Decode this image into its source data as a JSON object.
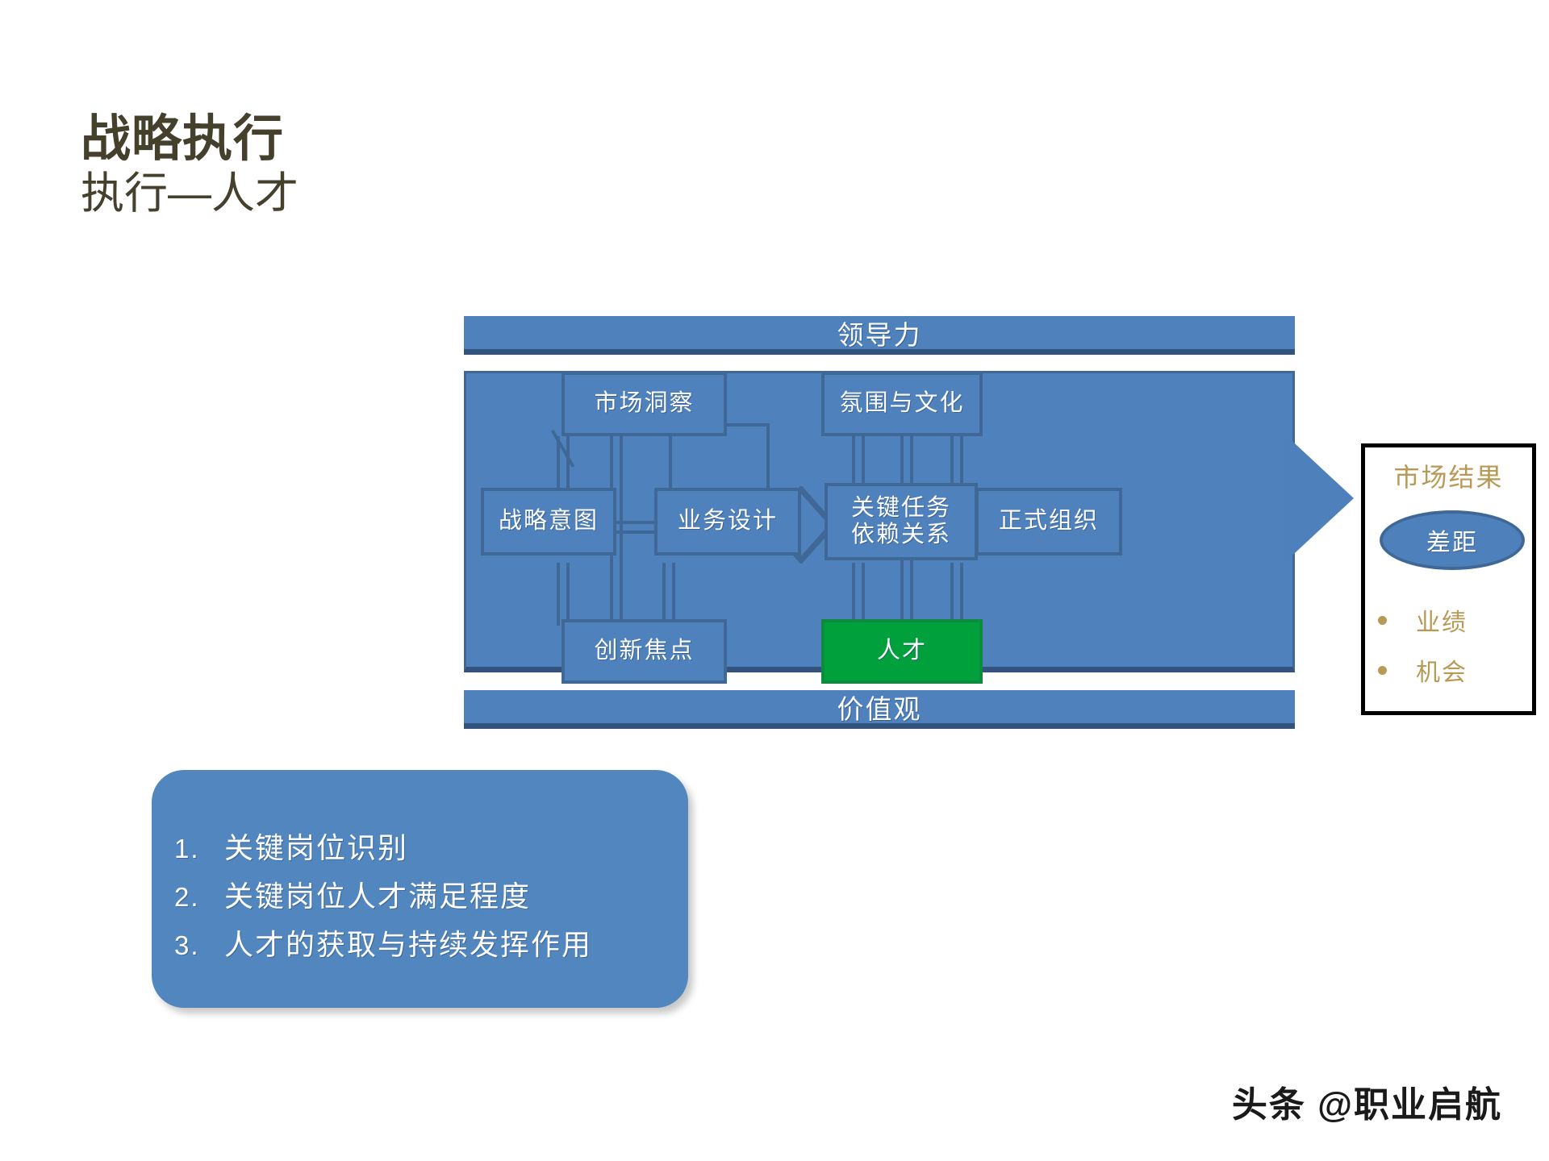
{
  "slide": {
    "title": "战略执行",
    "subtitle": "执行—人才"
  },
  "diagram": {
    "top_band": "领导力",
    "bottom_band": "价值观",
    "nodes": [
      {
        "id": "market-insight",
        "label": "市场洞察",
        "highlight": false
      },
      {
        "id": "strategic-intent",
        "label": "战略意图",
        "highlight": false
      },
      {
        "id": "business-design",
        "label": "业务设计",
        "highlight": false
      },
      {
        "id": "innovation-focus",
        "label": "创新焦点",
        "highlight": false
      },
      {
        "id": "key-task",
        "label": "关键任务\n依赖关系",
        "highlight": false
      },
      {
        "id": "atmosphere",
        "label": "氛围与文化",
        "highlight": false
      },
      {
        "id": "formal-org",
        "label": "正式组织",
        "highlight": false
      },
      {
        "id": "talent",
        "label": "人才",
        "highlight": true
      }
    ],
    "node_labels": {
      "market_insight": "市场洞察",
      "strategic_intent": "战略意图",
      "business_design": "业务设计",
      "innovation_focus": "创新焦点",
      "key_task_line1": "关键任务",
      "key_task_line2": "依赖关系",
      "atmosphere_culture": "氛围与文化",
      "formal_organization": "正式组织",
      "talent": "人才"
    }
  },
  "result_panel": {
    "title": "市场结果",
    "ellipse": "差距",
    "bullets": [
      "业绩",
      "机会"
    ]
  },
  "note_card": {
    "items": [
      {
        "num": "1.",
        "text": "关键岗位识别"
      },
      {
        "num": "2.",
        "text": "关键岗位人才满足程度"
      },
      {
        "num": "3.",
        "text": "人才的获取与持续发挥作用"
      }
    ]
  },
  "watermark": "头条 @职业启航",
  "colors": {
    "band_fill": "#4f81bd",
    "band_shadow": "#33537e",
    "node_border": "#3f6897",
    "highlight_green": "#00a03c",
    "title_text": "#45402c",
    "result_gold": "#b79a56",
    "note_card": "#5286bf"
  }
}
